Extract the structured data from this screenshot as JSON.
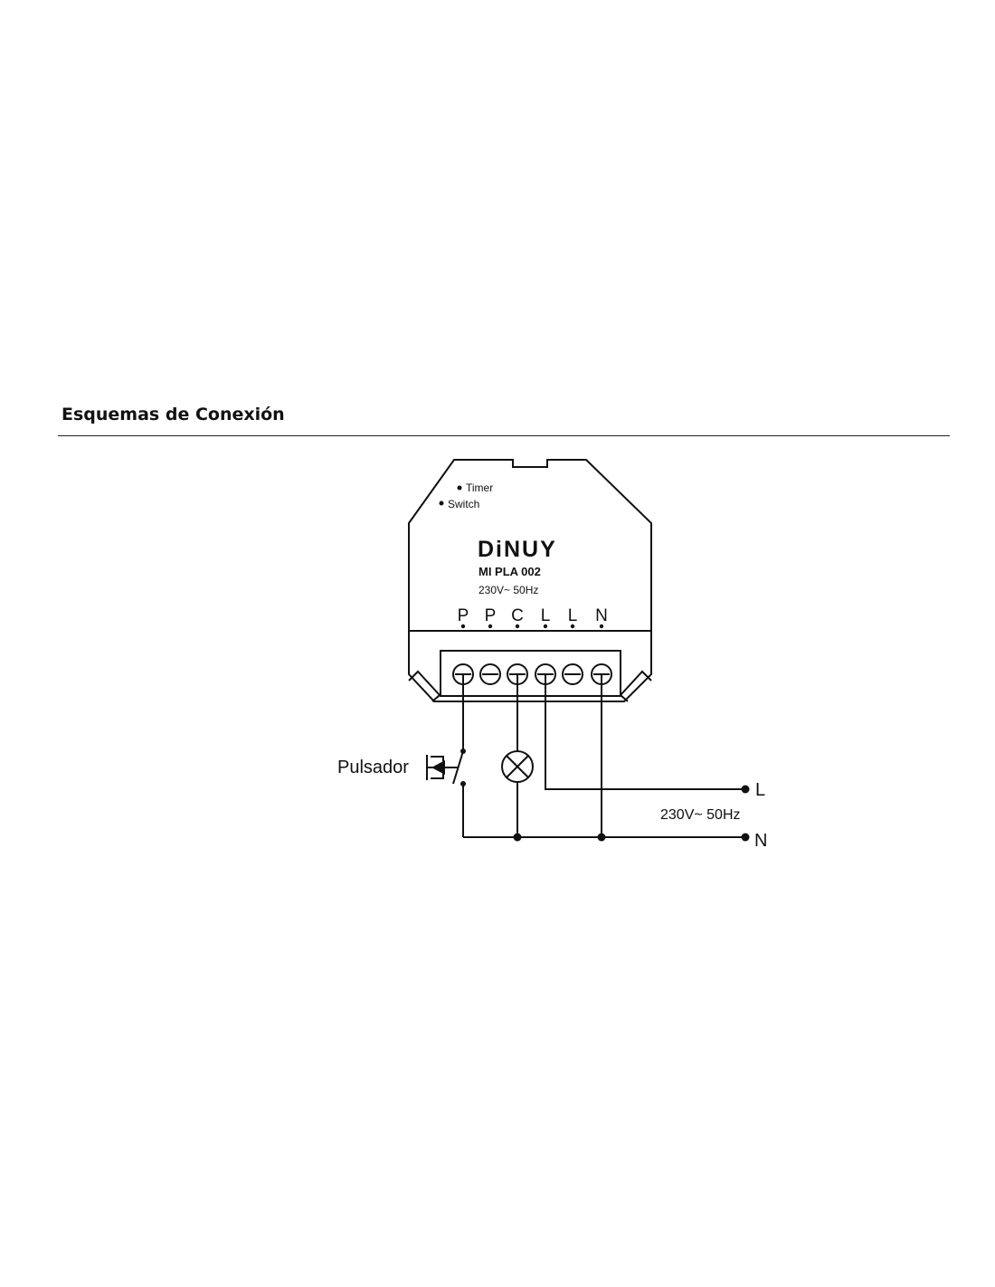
{
  "section_title": "Esquemas de Conexión",
  "device": {
    "brand": "DiNUY",
    "model": "MI PLA 002",
    "rating": "230V~ 50Hz",
    "mode_labels": [
      "Timer",
      "Switch"
    ],
    "terminals": [
      "P",
      "P",
      "C",
      "L",
      "L",
      "N"
    ]
  },
  "circuit": {
    "pushbutton_label": "Pulsador",
    "line_label": "L",
    "neutral_label": "N",
    "supply_label": "230V~ 50Hz"
  },
  "colors": {
    "ink": "#111111",
    "background": "#ffffff"
  }
}
